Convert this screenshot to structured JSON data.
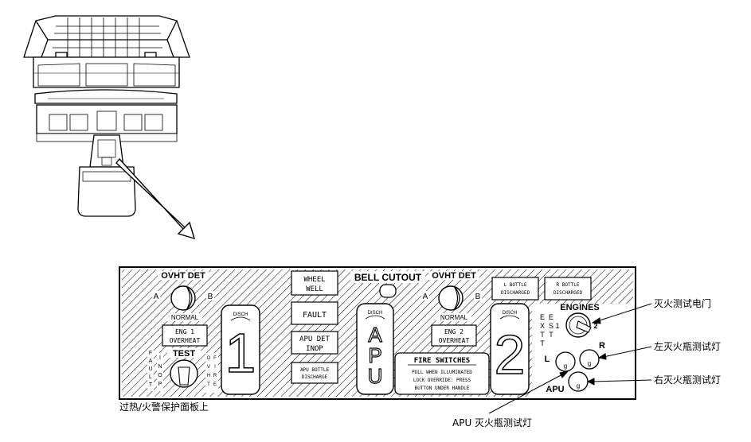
{
  "panel": {
    "left_ovht_det": "OVHT DET",
    "left_a": "A",
    "left_b": "B",
    "left_normal": "NORMAL",
    "eng1_line1": "ENG 1",
    "eng1_line2": "OVERHEAT",
    "test": "TEST",
    "fault_letters": "FAULT",
    "inop_letters": "INOP",
    "ovhtfire_letters": "OVHTFIRE",
    "wheel_line1": "WHEEL",
    "wheel_line2": "WELL",
    "fault_light": "FAULT",
    "apu_det_line1": "APU DET",
    "apu_det_line2": "INOP",
    "apu_bottle_line1": "APU BOTTLE",
    "apu_bottle_line2": "DISCHARGE",
    "bell_cutout": "BELL CUTOUT",
    "apu_handle": "APU",
    "disch": "DISCH",
    "right_ovht_det": "OVHT DET",
    "right_a": "A",
    "right_b": "B",
    "right_normal": "NORMAL",
    "eng2_line1": "ENG 2",
    "eng2_line2": "OVERHEAT",
    "fire_switches_title": "FIRE SWITCHES",
    "fire_switches_line1": "PULL WHEN ILLUMINATED",
    "fire_switches_line2": "LOCK OVERRIDE: PRESS",
    "fire_switches_line3": "BUTTON UNDER HANDLE",
    "l_bottle_line1": "L BOTTLE",
    "l_bottle_line2": "DISCHARGED",
    "r_bottle_line1": "R BOTTLE",
    "r_bottle_line2": "DISCHARGED",
    "engines": "ENGINES",
    "ext_test_letters": "EXTTEST",
    "switch_pos1": "1",
    "switch_pos2": "2",
    "lamp_l": "L",
    "lamp_r": "R",
    "lamp_apu": "APU",
    "lamp_g": "g",
    "handle1": "1",
    "handle2": "2"
  },
  "callouts": {
    "test_switch": "灭火测试电门",
    "left_bottle_lamp": "左灭火瓶测试灯",
    "right_bottle_lamp": "右灭火瓶测试灯",
    "apu_bottle_lamp": "APU 灭火瓶测试灯",
    "panel_location": "过热/火警保护面板上"
  }
}
